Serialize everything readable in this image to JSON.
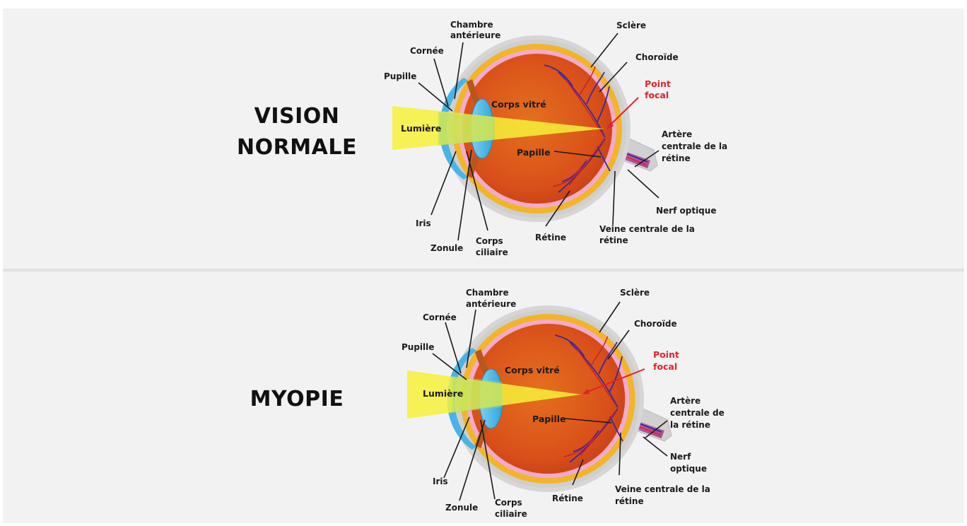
{
  "diagram_normal": {
    "title_line1": "VISION",
    "title_line2": "NORMALE",
    "labels": {
      "chambre_1": "Chambre",
      "chambre_2": "antérieure",
      "cornee": "Cornée",
      "pupille": "Pupille",
      "sclere": "Sclère",
      "choroide": "Choroïde",
      "point_1": "Point",
      "point_2": "focal",
      "corps_vitre": "Corps vitré",
      "lumiere": "Lumière",
      "papille": "Papille",
      "artere_1": "Artère",
      "artere_2": "centrale de la",
      "artere_3": "rétine",
      "nerf_1": "Nerf optique",
      "nerf_2": "",
      "veine_1": "Veine centrale de la",
      "veine_2": "rétine",
      "retine": "Rétine",
      "corps_ciliaire_1": "Corps",
      "corps_ciliaire_2": "ciliaire",
      "zonule": "Zonule",
      "iris": "Iris"
    }
  },
  "diagram_myopie": {
    "title_line1": "MYOPIE",
    "labels": {
      "chambre_1": "Chambre",
      "chambre_2": "antérieure",
      "cornee": "Cornée",
      "pupille": "Pupille",
      "sclere": "Sclère",
      "choroide": "Choroïde",
      "point_1": "Point",
      "point_2": "focal",
      "corps_vitre": "Corps vitré",
      "lumiere": "Lumière",
      "papille": "Papille",
      "artere_1": "Artère",
      "artere_2": "centrale de",
      "artere_3": "la rétine",
      "nerf_1": "Nerf",
      "nerf_2": "optique",
      "veine_1": "Veine centrale de la",
      "veine_2": "rétine",
      "retine": "Rétine",
      "corps_ciliaire_1": "Corps",
      "corps_ciliaire_2": "ciliaire",
      "zonule": "Zonule",
      "iris": "Iris"
    }
  },
  "colors": {
    "sclera": "#d9d9d9",
    "choroid": "#f0b429",
    "retina": "#f2a9c8",
    "vitreous": "#e8611a",
    "cornea": "#49b4e6",
    "lens": "#3fb3e3",
    "light_beam": "#f7f13a",
    "vessel": "#3a2a9a",
    "focal_red": "#e4202e"
  }
}
